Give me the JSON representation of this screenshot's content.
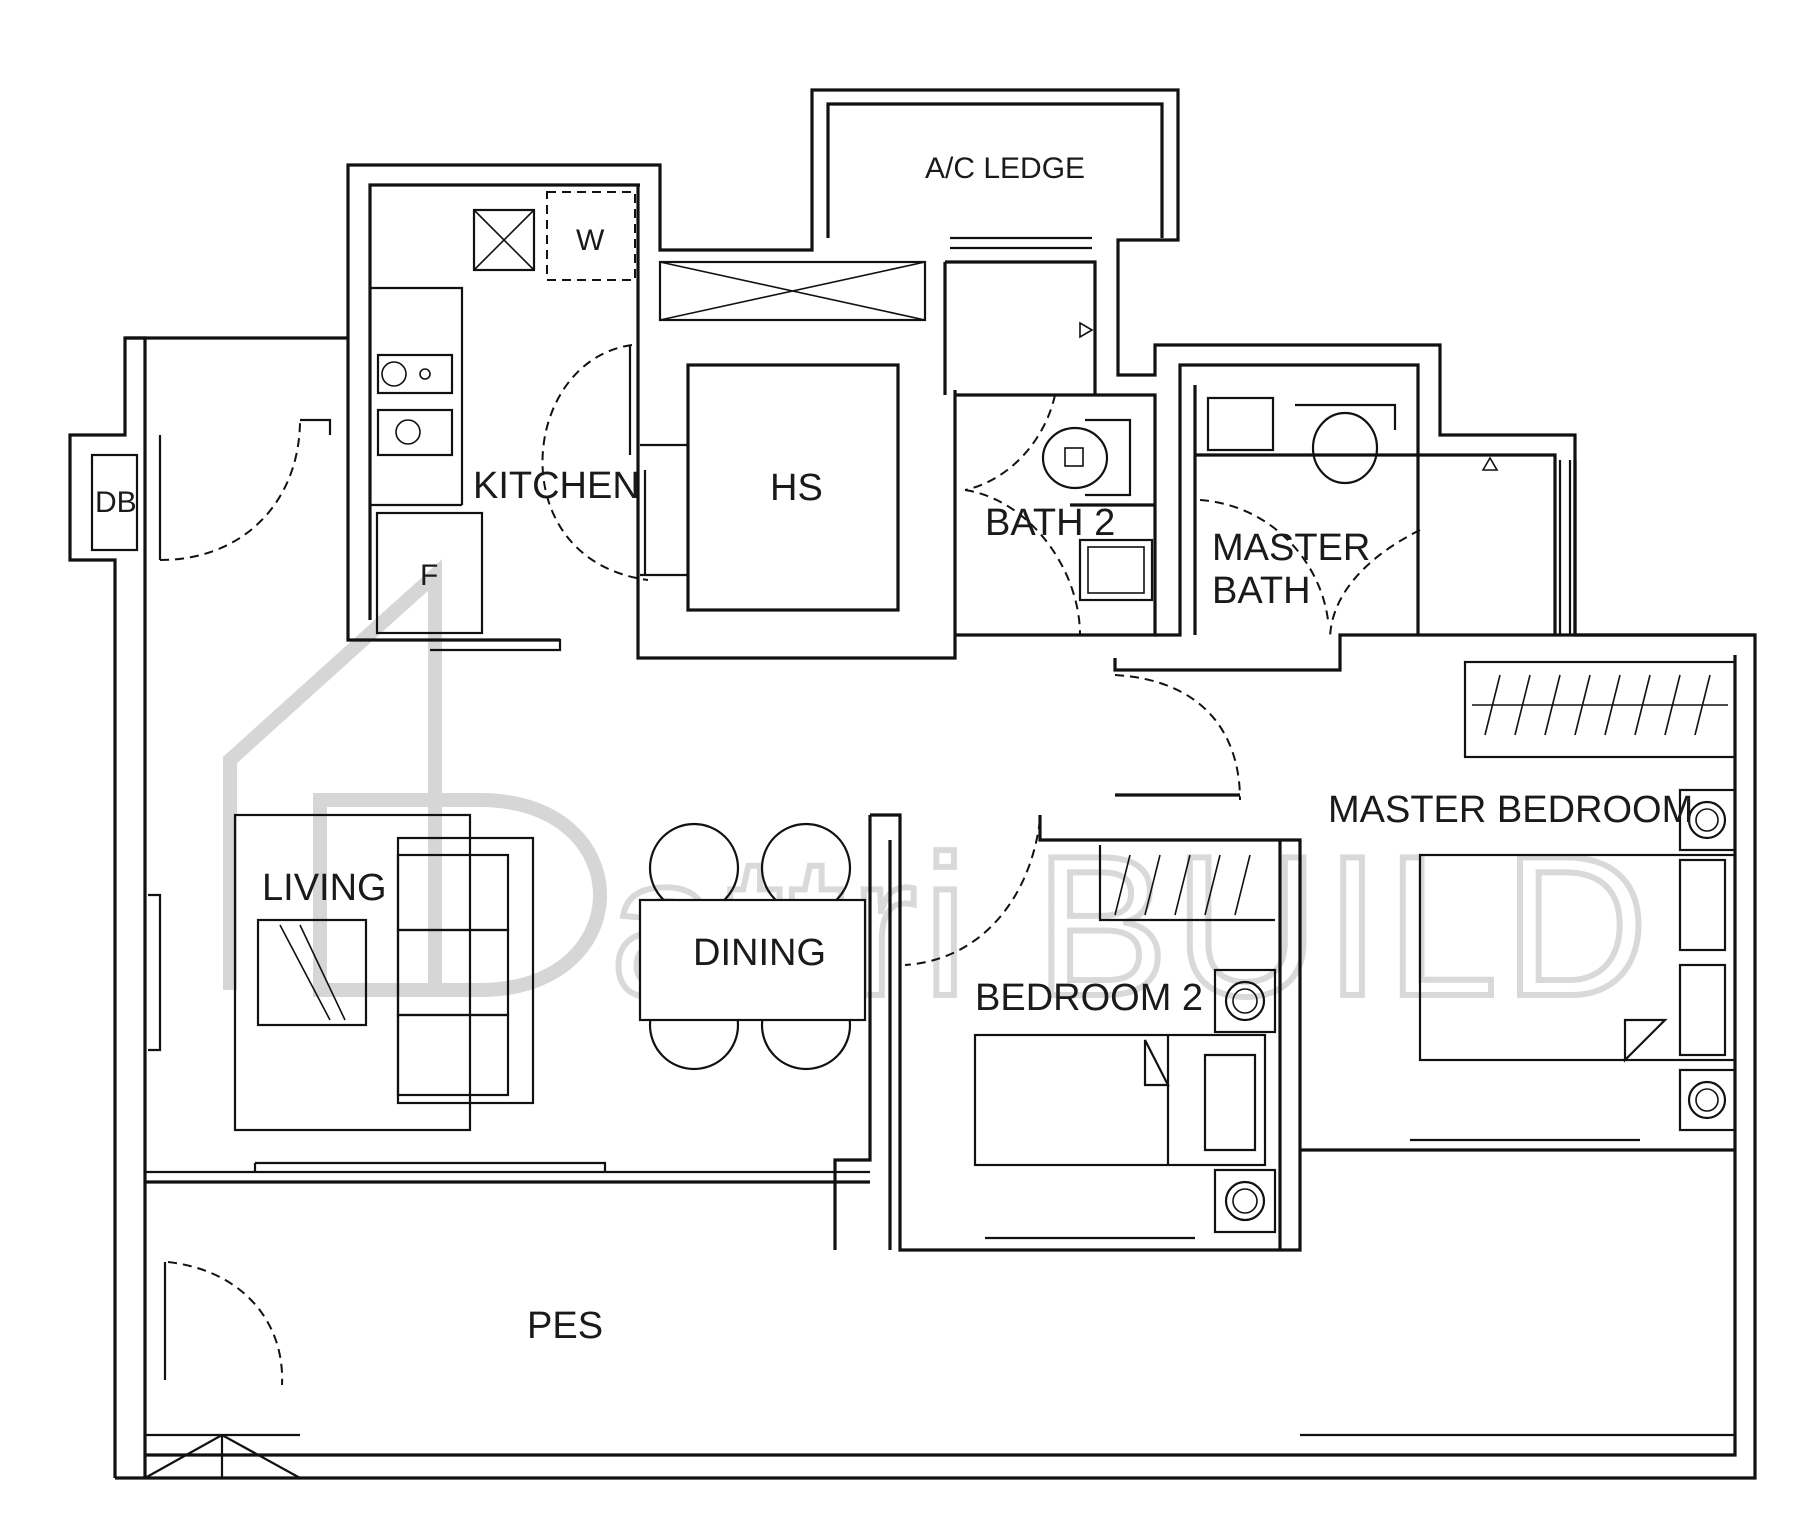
{
  "watermark": {
    "text": "attri BUILD"
  },
  "rooms": {
    "ac_ledge": "A/C LEDGE",
    "kitchen": "KITCHEN",
    "washer": "W",
    "fridge": "F",
    "household_shelter": "HS",
    "bath2": "BATH 2",
    "master_bath_line1": "MASTER",
    "master_bath_line2": "BATH",
    "db": "DB",
    "living": "LIVING",
    "dining": "DINING",
    "bedroom2": "BEDROOM 2",
    "master_bedroom": "MASTER BEDROOM",
    "pes": "PES"
  },
  "colors": {
    "line": "#111111",
    "watermark": "#d6d6d6",
    "background": "#ffffff"
  }
}
